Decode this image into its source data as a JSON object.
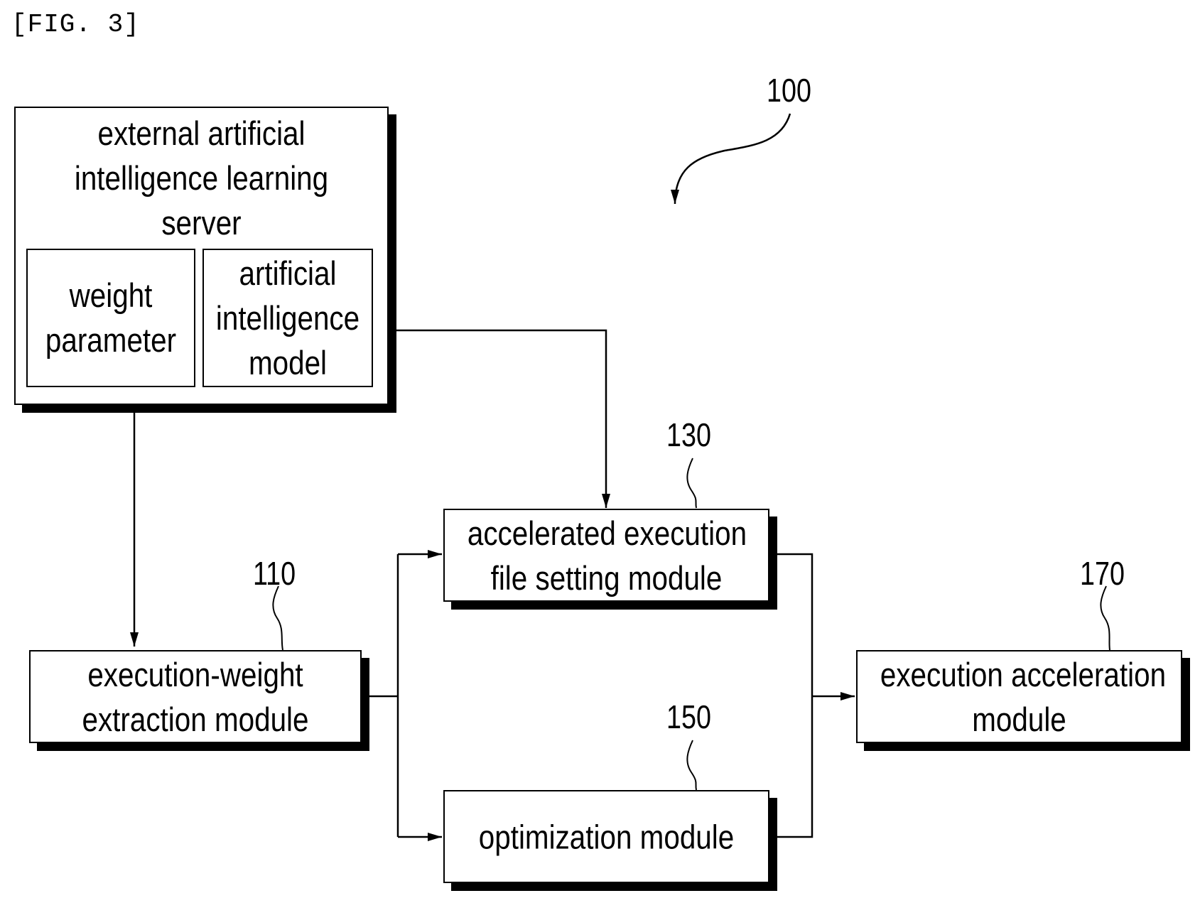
{
  "figure": {
    "label": "[FIG. 3]",
    "ref_number": "100"
  },
  "server": {
    "title_lines": [
      "external artificial",
      "intelligence learning",
      "server"
    ],
    "weight_lines": [
      "weight",
      "parameter"
    ],
    "model_lines": [
      "artificial",
      "intelligence",
      "model"
    ]
  },
  "modules": {
    "extraction": {
      "ref": "110",
      "lines": [
        "execution-weight",
        "extraction module"
      ]
    },
    "setting": {
      "ref": "130",
      "lines": [
        "accelerated execution",
        "file setting module"
      ]
    },
    "optimization": {
      "ref": "150",
      "lines": [
        "optimization module"
      ]
    },
    "acceleration": {
      "ref": "170",
      "lines": [
        "execution acceleration",
        "module"
      ]
    }
  }
}
